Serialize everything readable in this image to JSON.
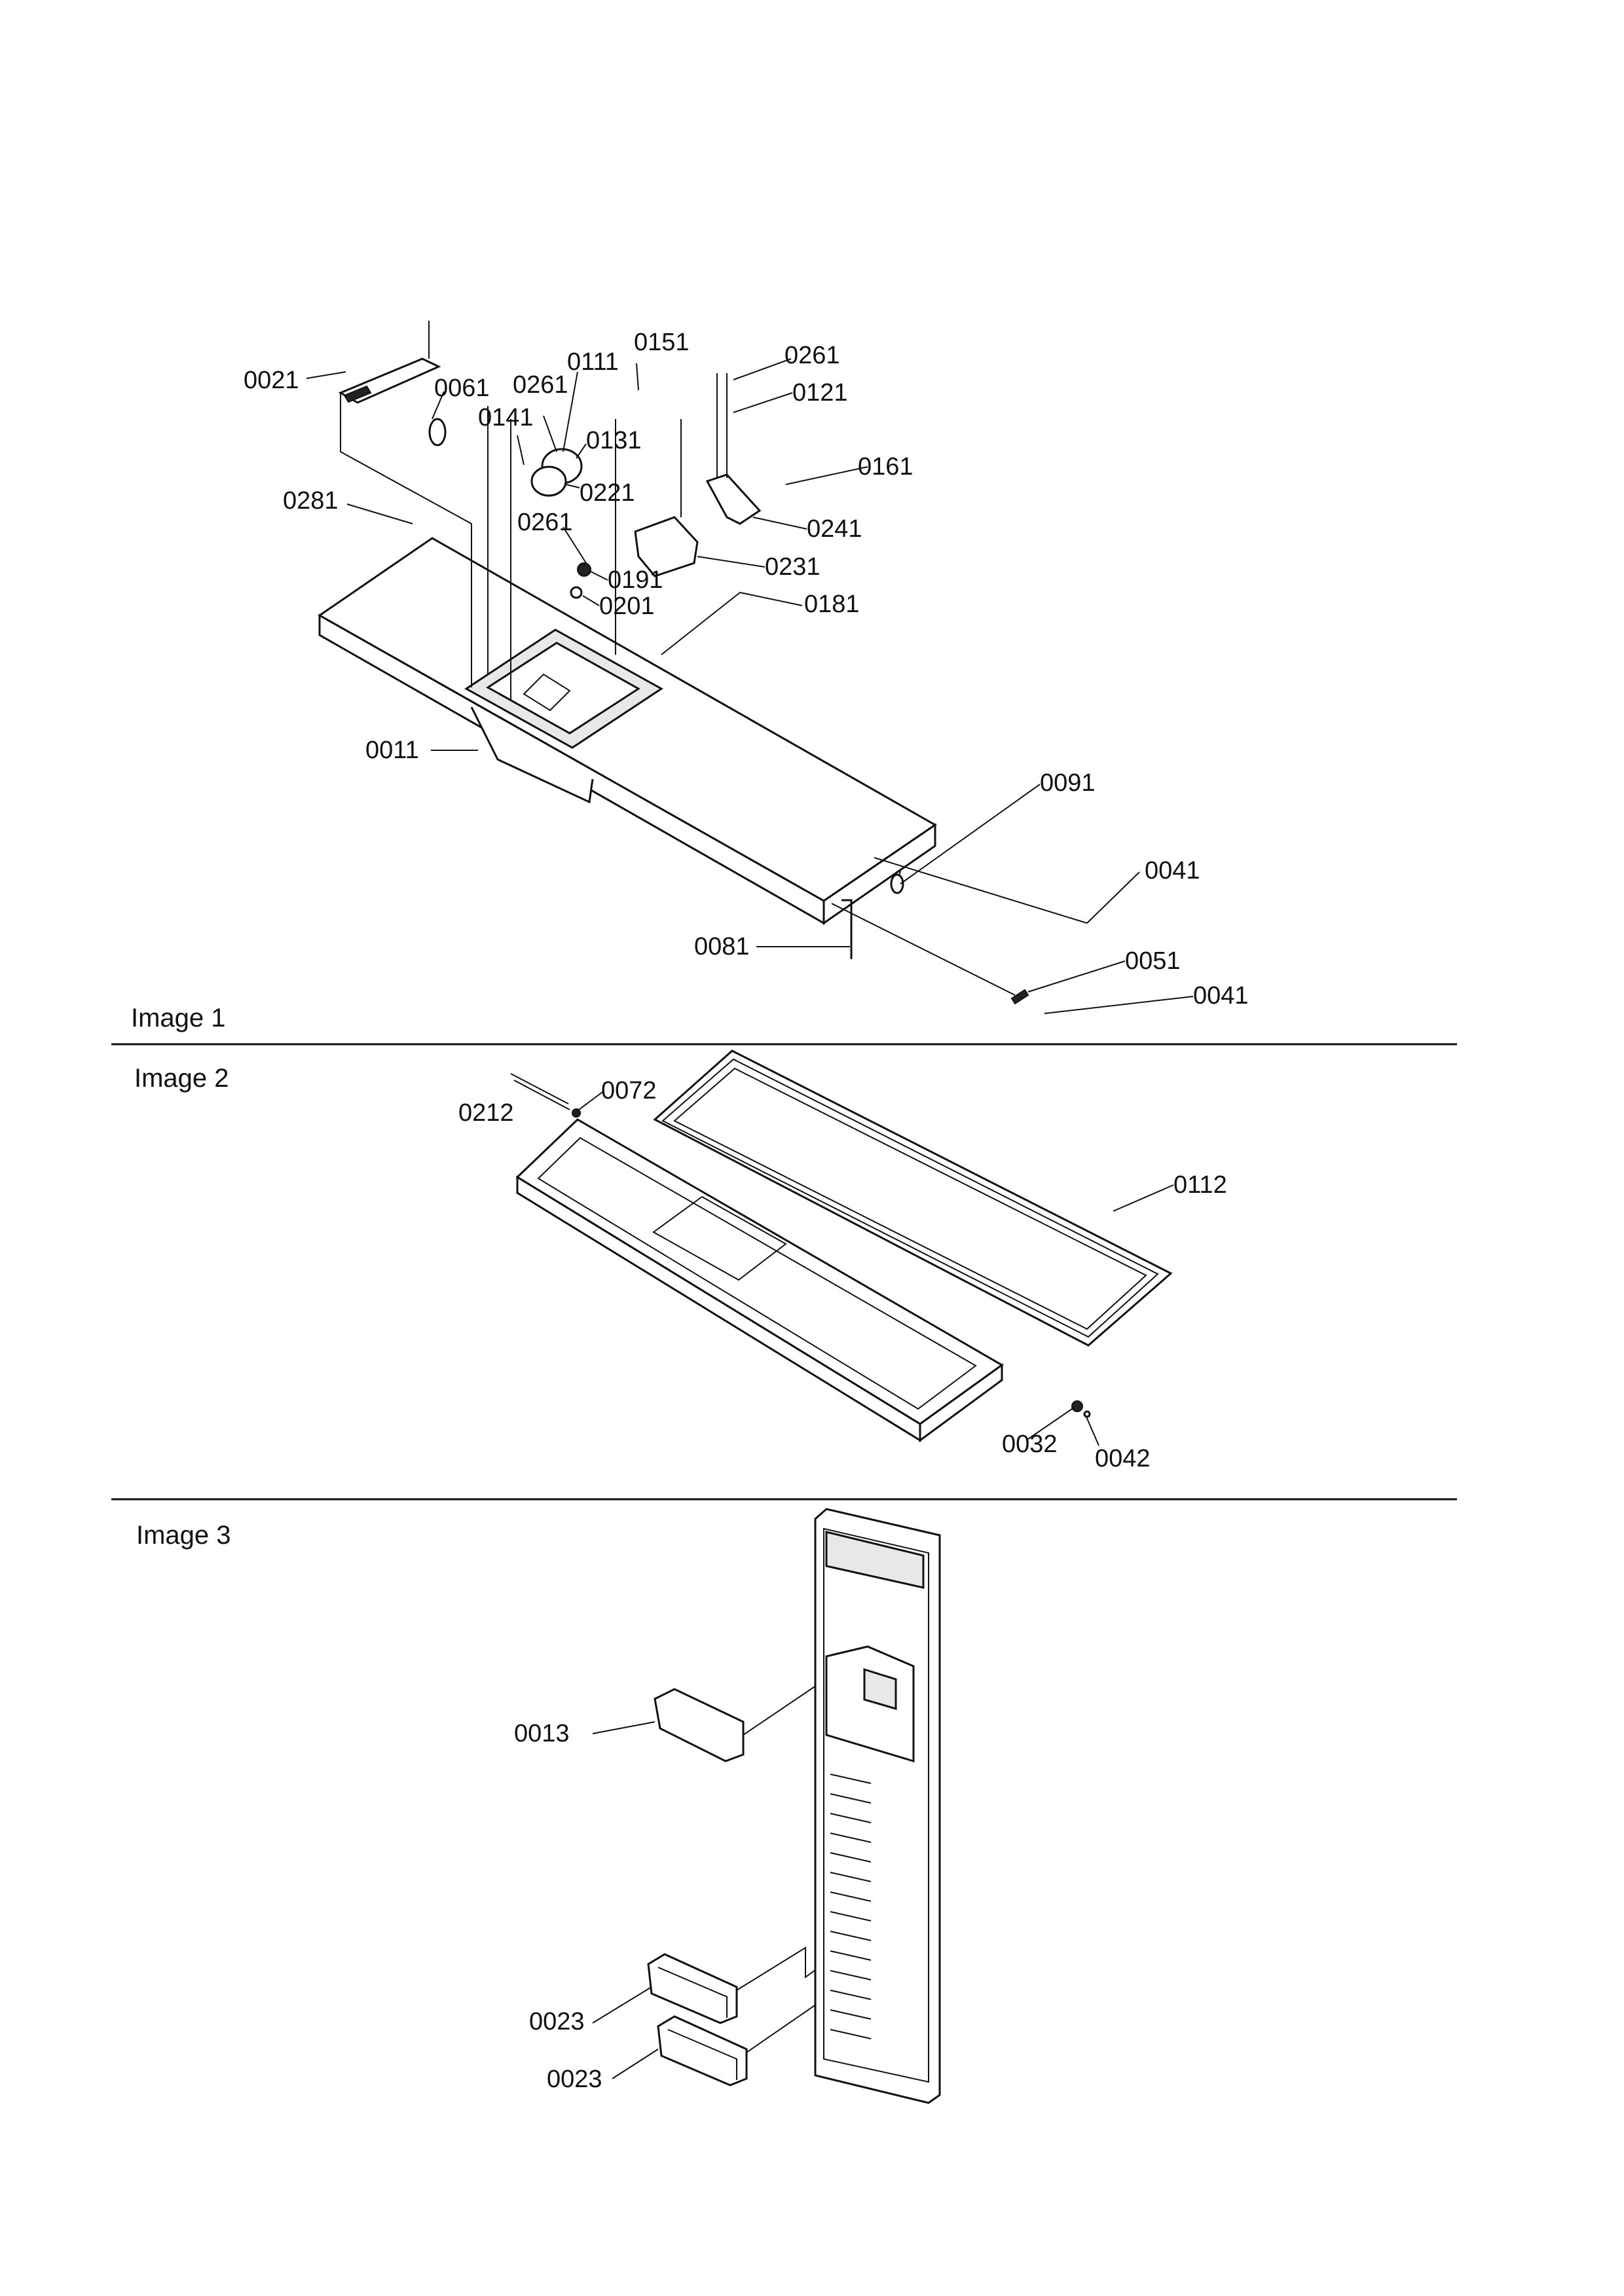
{
  "sections": [
    {
      "title": "Image 1",
      "callouts": [
        "0021",
        "0061",
        "0261",
        "0111",
        "0151",
        "0261",
        "0121",
        "0141",
        "0131",
        "0161",
        "0221",
        "0281",
        "0261",
        "0241",
        "0231",
        "0191",
        "0201",
        "0181",
        "0011",
        "0091",
        "0041",
        "0081",
        "0051",
        "0041"
      ]
    },
    {
      "title": "Image 2",
      "callouts": [
        "0072",
        "0212",
        "0112",
        "0032",
        "0042"
      ]
    },
    {
      "title": "Image 3",
      "callouts": [
        "0013",
        "0023",
        "0023"
      ]
    }
  ]
}
